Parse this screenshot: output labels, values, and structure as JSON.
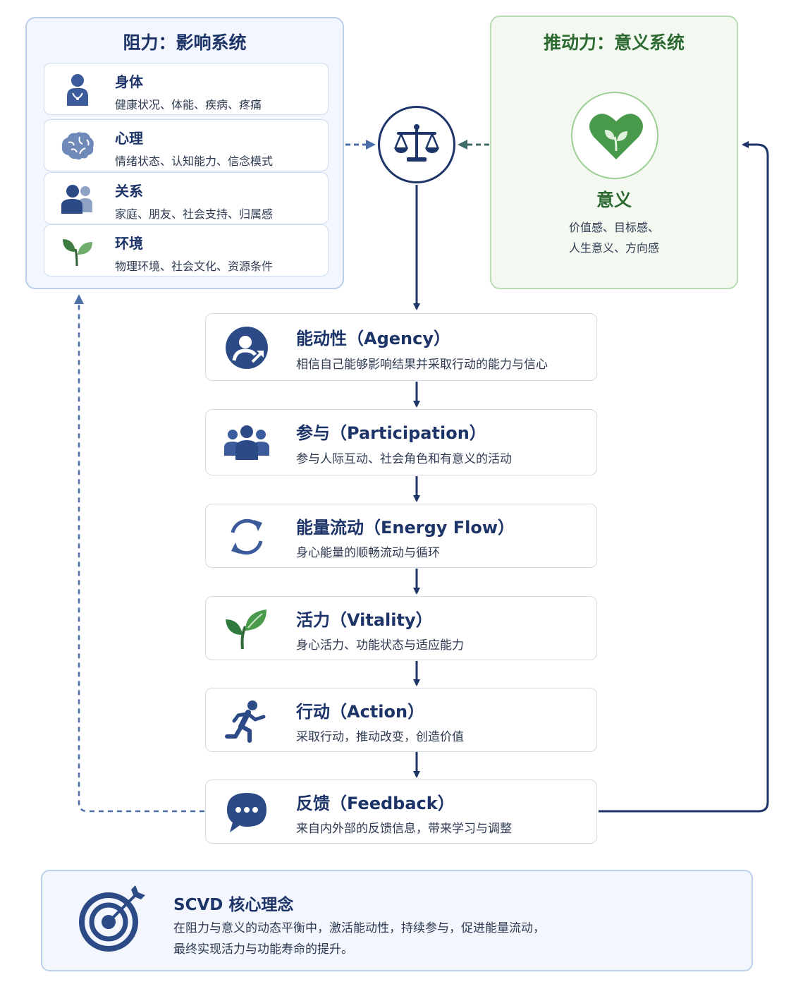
{
  "resistance": {
    "title": "阻力：影响系统",
    "items": [
      {
        "title": "身体",
        "desc": "健康状况、体能、疾病、疼痛",
        "icon": "person-icon"
      },
      {
        "title": "心理",
        "desc": "情绪状态、认知能力、信念模式",
        "icon": "brain-icon"
      },
      {
        "title": "关系",
        "desc": "家庭、朋友、社会支持、归属感",
        "icon": "people-icon"
      },
      {
        "title": "环境",
        "desc": "物理环境、社会文化、资源条件",
        "icon": "sprout-icon"
      }
    ]
  },
  "driving": {
    "title": "推动力：意义系统",
    "meaning_title": "意义",
    "meaning_line1": "价值感、目标感、",
    "meaning_line2": "人生意义、方向感"
  },
  "steps": [
    {
      "title": "能动性（Agency）",
      "desc": "相信自己能够影响结果并采取行动的能力与信心",
      "icon": "agency-icon"
    },
    {
      "title": "参与（Participation）",
      "desc": "参与人际互动、社会角色和有意义的活动",
      "icon": "group-icon"
    },
    {
      "title": "能量流动（Energy Flow）",
      "desc": "身心能量的顺畅流动与循环",
      "icon": "cycle-icon"
    },
    {
      "title": "活力（Vitality）",
      "desc": "身心活力、功能状态与适应能力",
      "icon": "leaf-icon"
    },
    {
      "title": "行动（Action）",
      "desc": "采取行动，推动改变，创造价值",
      "icon": "runner-icon"
    },
    {
      "title": "反馈（Feedback）",
      "desc": "来自内外部的反馈信息，带来学习与调整",
      "icon": "chat-icon"
    }
  ],
  "core": {
    "title": "SCVD 核心理念",
    "line1": "在阻力与意义的动态平衡中，激活能动性，持续参与，促进能量流动，",
    "line2": "最终实现活力与功能寿命的提升。"
  },
  "colors": {
    "navy": "#1d3469",
    "icon_blue": "#3b5b9a",
    "green": "#2c6a32",
    "leaf_green": "#4a9a4c",
    "dashed_blue": "#4a6fa8"
  }
}
